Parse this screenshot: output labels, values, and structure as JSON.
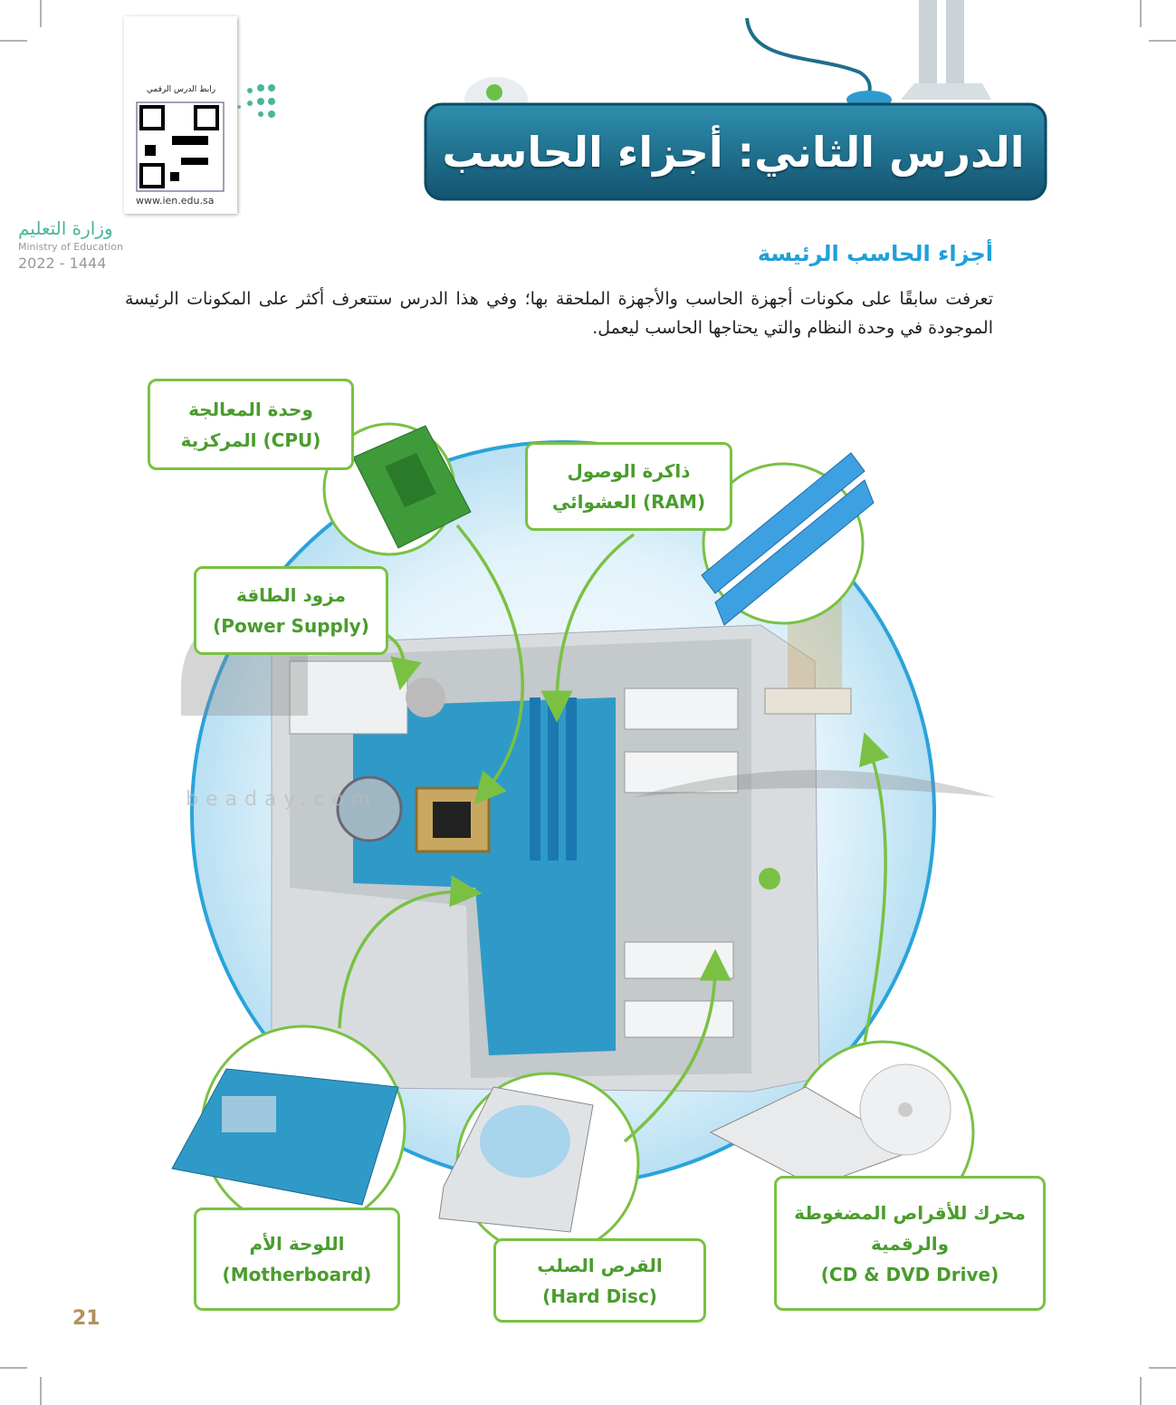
{
  "header": {
    "title": "الدرس الثاني: أجزاء الحاسب",
    "qr_caption": "رابط الدرس الرقمي",
    "qr_url": "www.ien.edu.sa",
    "ministry_ar": "وزارة التعليم",
    "ministry_en": "Ministry of Education",
    "year": "2022 - 1444"
  },
  "section": {
    "title": "أجزاء الحاسب الرئيسة",
    "paragraph": "تعرفت سابقًا على مكونات أجهزة الحاسب والأجهزة الملحقة بها؛ وفي هذا الدرس ستتعرف أكثر على المكونات الرئيسة الموجودة في وحدة النظام والتي يحتاجها الحاسب ليعمل."
  },
  "labels": {
    "cpu": {
      "ar": "وحدة المعالجة",
      "ar2": "المركزية (CPU)"
    },
    "ram": {
      "ar": "ذاكرة الوصول",
      "ar2": "العشوائي (RAM)"
    },
    "power": {
      "ar": "مزود الطاقة",
      "en": "(Power Supply)"
    },
    "motherboard": {
      "ar": "اللوحة الأم",
      "en": "(Motherboard)"
    },
    "harddisc": {
      "ar": "القرص الصلب",
      "en": "(Hard Disc)"
    },
    "cddvd": {
      "ar": "محرك للأقراص المضغوطة",
      "ar2": "والرقمية",
      "en": "(CD & DVD Drive)"
    }
  },
  "watermark": "beaday.com",
  "page_number": "21",
  "colors": {
    "banner": "#1e6f8c",
    "accent_blue": "#1ea0d9",
    "label_green": "#7ac143",
    "page_number": "#b39058"
  }
}
